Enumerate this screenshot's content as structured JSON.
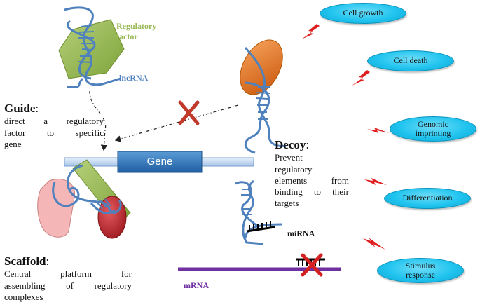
{
  "guide": {
    "heading": "Guide",
    "lines": [
      "direct a regulatory",
      "factor to specific",
      "gene"
    ]
  },
  "scaffold": {
    "heading": "Scaffold",
    "lines": [
      "Central platform for",
      "assembling of regulatory",
      "complexes"
    ]
  },
  "decoy": {
    "heading": "Decoy",
    "lines": [
      "Prevent",
      "regulatory",
      "elements from",
      "binding to their",
      "targets"
    ]
  },
  "labels": {
    "regulatory_factor": [
      "Regulatory",
      "factor"
    ],
    "lncrna": "lncRNA",
    "gene": "Gene",
    "mirna": "miRNA",
    "mrna": "mRNA"
  },
  "outcomes": [
    {
      "label_lines": [
        "Cell growth"
      ]
    },
    {
      "label_lines": [
        "Cell death"
      ]
    },
    {
      "label_lines": [
        "Genomic",
        "imprinting"
      ]
    },
    {
      "label_lines": [
        "Differentiation"
      ]
    },
    {
      "label_lines": [
        "Stimulus",
        "response"
      ]
    }
  ],
  "colors": {
    "rna_strand": "#4f81bd",
    "regulatory_factor": "#9bbb59",
    "decoy_protein": "#e46c0a",
    "scaffold_pink": "#f4b6b6",
    "scaffold_red": "#c0272d",
    "gene_block": "#2e75b6",
    "block_x": "#c0392b",
    "mrna": "#7030a0",
    "lightning": "#e02020",
    "outcome_pill": "#20c4ef"
  }
}
